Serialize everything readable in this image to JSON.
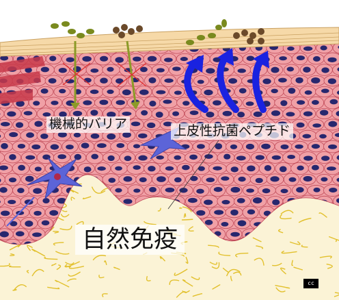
{
  "labels": {
    "mechanical_barrier": "機械的バリア",
    "antimicrobial_peptides": "上皮性抗菌ペプチド",
    "innate_immunity": "自然免疫"
  },
  "colors": {
    "background": "#ffffff",
    "stratum_corneum": "#f6d9a8",
    "cell_fill": "#f0a0a6",
    "cell_stroke": "#c04a58",
    "nucleus": "#27276e",
    "dermis_fiber": "#e2c02c",
    "bacteria_olive": "#7a8a1e",
    "bacteria_brown": "#6b4a2a",
    "peptide_arrow": "#1a22e0",
    "dendritic_cell": "#5c64d8",
    "barrier_arrow": "#8c9a28",
    "block_cross": "#e03030",
    "muscle": "#c83a4a"
  },
  "icons": {
    "corner_mark": "cc-license-badge"
  }
}
